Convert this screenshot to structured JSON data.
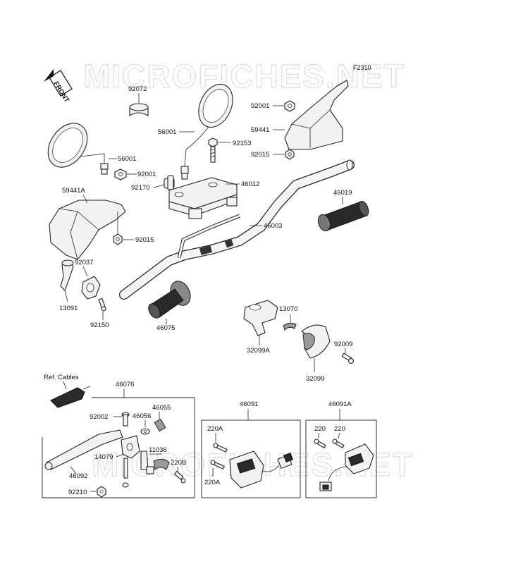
{
  "diagram": {
    "figure_code": "F2310",
    "watermark": "MICROFICHES.NET",
    "front_label": "FRONT",
    "ref_cables": "Ref. Cables",
    "labels": {
      "p92072": "92072",
      "p92001a": "92001",
      "p59441": "59441",
      "p92015a": "92015",
      "p56001a": "56001",
      "p92153": "92153",
      "p56001b": "56001",
      "p92001b": "92001",
      "p92170": "92170",
      "p46012": "46012",
      "p59441A": "59441A",
      "p46019": "46019",
      "p46003": "46003",
      "p92015b": "92015",
      "p92037": "92037",
      "p13091": "13091",
      "p92150": "92150",
      "p46075": "46075",
      "p13070": "13070",
      "p32099A": "32099A",
      "p92009": "92009",
      "p32099": "32099",
      "p46076": "46076",
      "p92002": "92002",
      "p46056": "46056",
      "p46055": "46055",
      "p14079": "14079",
      "p11036": "11036",
      "p220B": "220B",
      "p46092": "46092",
      "p92210": "92210",
      "p46091": "46091",
      "p220A_a": "220A",
      "p220A_b": "220A",
      "p46091A": "46091A",
      "p220_a": "220",
      "p220_b": "220"
    }
  }
}
